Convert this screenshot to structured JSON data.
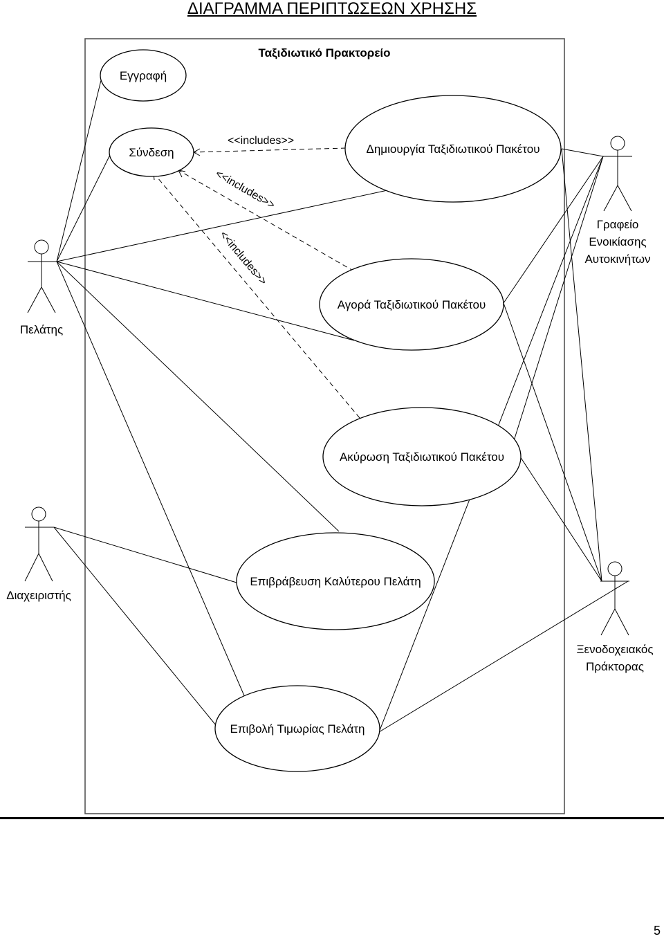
{
  "page": {
    "heading": "ΔΙΑΓΡΑΜΜΑ ΠΕΡΙΠΤΩΣΕΩΝ ΧΡΗΣΗΣ",
    "page_number": "5"
  },
  "diagram": {
    "system_name": "Ταξιδιωτικό Πρακτορείο",
    "use_cases": {
      "registration": "Εγγραφή",
      "login": "Σύνδεση",
      "create_package": "Δημιουργία Ταξιδιωτικού Πακέτου",
      "buy_package": "Αγορά Ταξιδιωτικού Πακέτου",
      "cancel_package": "Ακύρωση Ταξιδιωτικού Πακέτου",
      "reward_customer": "Επιβράβευση Καλύτερου Πελάτη",
      "penalize_customer": "Επιβολή Τιμωρίας Πελάτη"
    },
    "actors": {
      "customer": "Πελάτης",
      "administrator": "Διαχειριστής",
      "car_rental": [
        "Γραφείο",
        "Ενοικίασης",
        "Αυτοκινήτων"
      ],
      "hotel_agent": [
        "Ξενοδοχειακός",
        "Πράκτορας"
      ]
    },
    "relations": {
      "include_label": "<<includes>>"
    }
  }
}
